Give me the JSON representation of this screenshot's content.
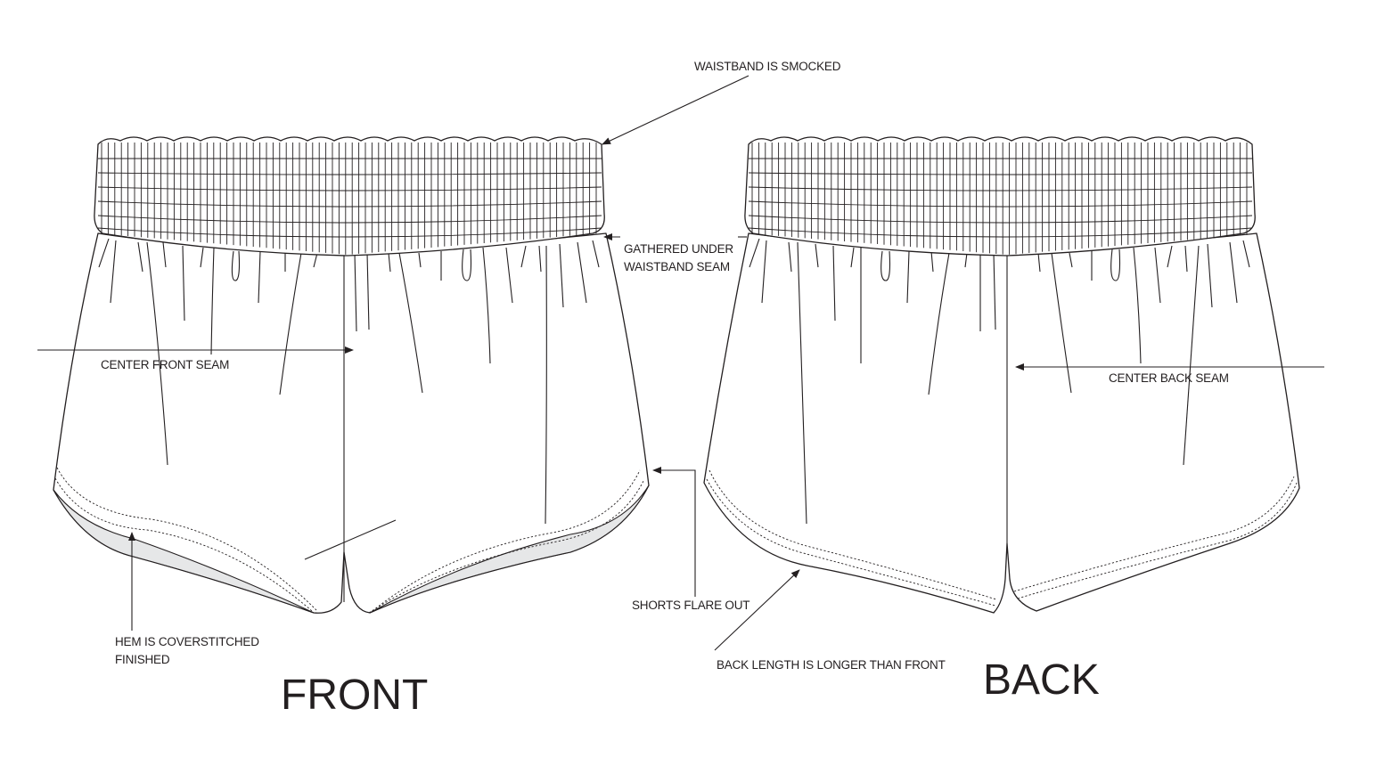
{
  "title_front": "FRONT",
  "title_back": "BACK",
  "callouts": {
    "waistband": "WAISTBAND IS SMOCKED",
    "gathered_line1": "GATHERED UNDER",
    "gathered_line2": "WAISTBAND SEAM",
    "center_front": "CENTER FRONT SEAM",
    "center_back": "CENTER BACK SEAM",
    "flare": "SHORTS FLARE OUT",
    "hem_line1": "HEM IS COVERSTITCHED",
    "hem_line2": "FINISHED",
    "back_length": "BACK LENGTH IS LONGER THAN FRONT"
  },
  "colors": {
    "line": "#231f20",
    "hem_facing": "#e6e7e8",
    "background": "#ffffff"
  }
}
